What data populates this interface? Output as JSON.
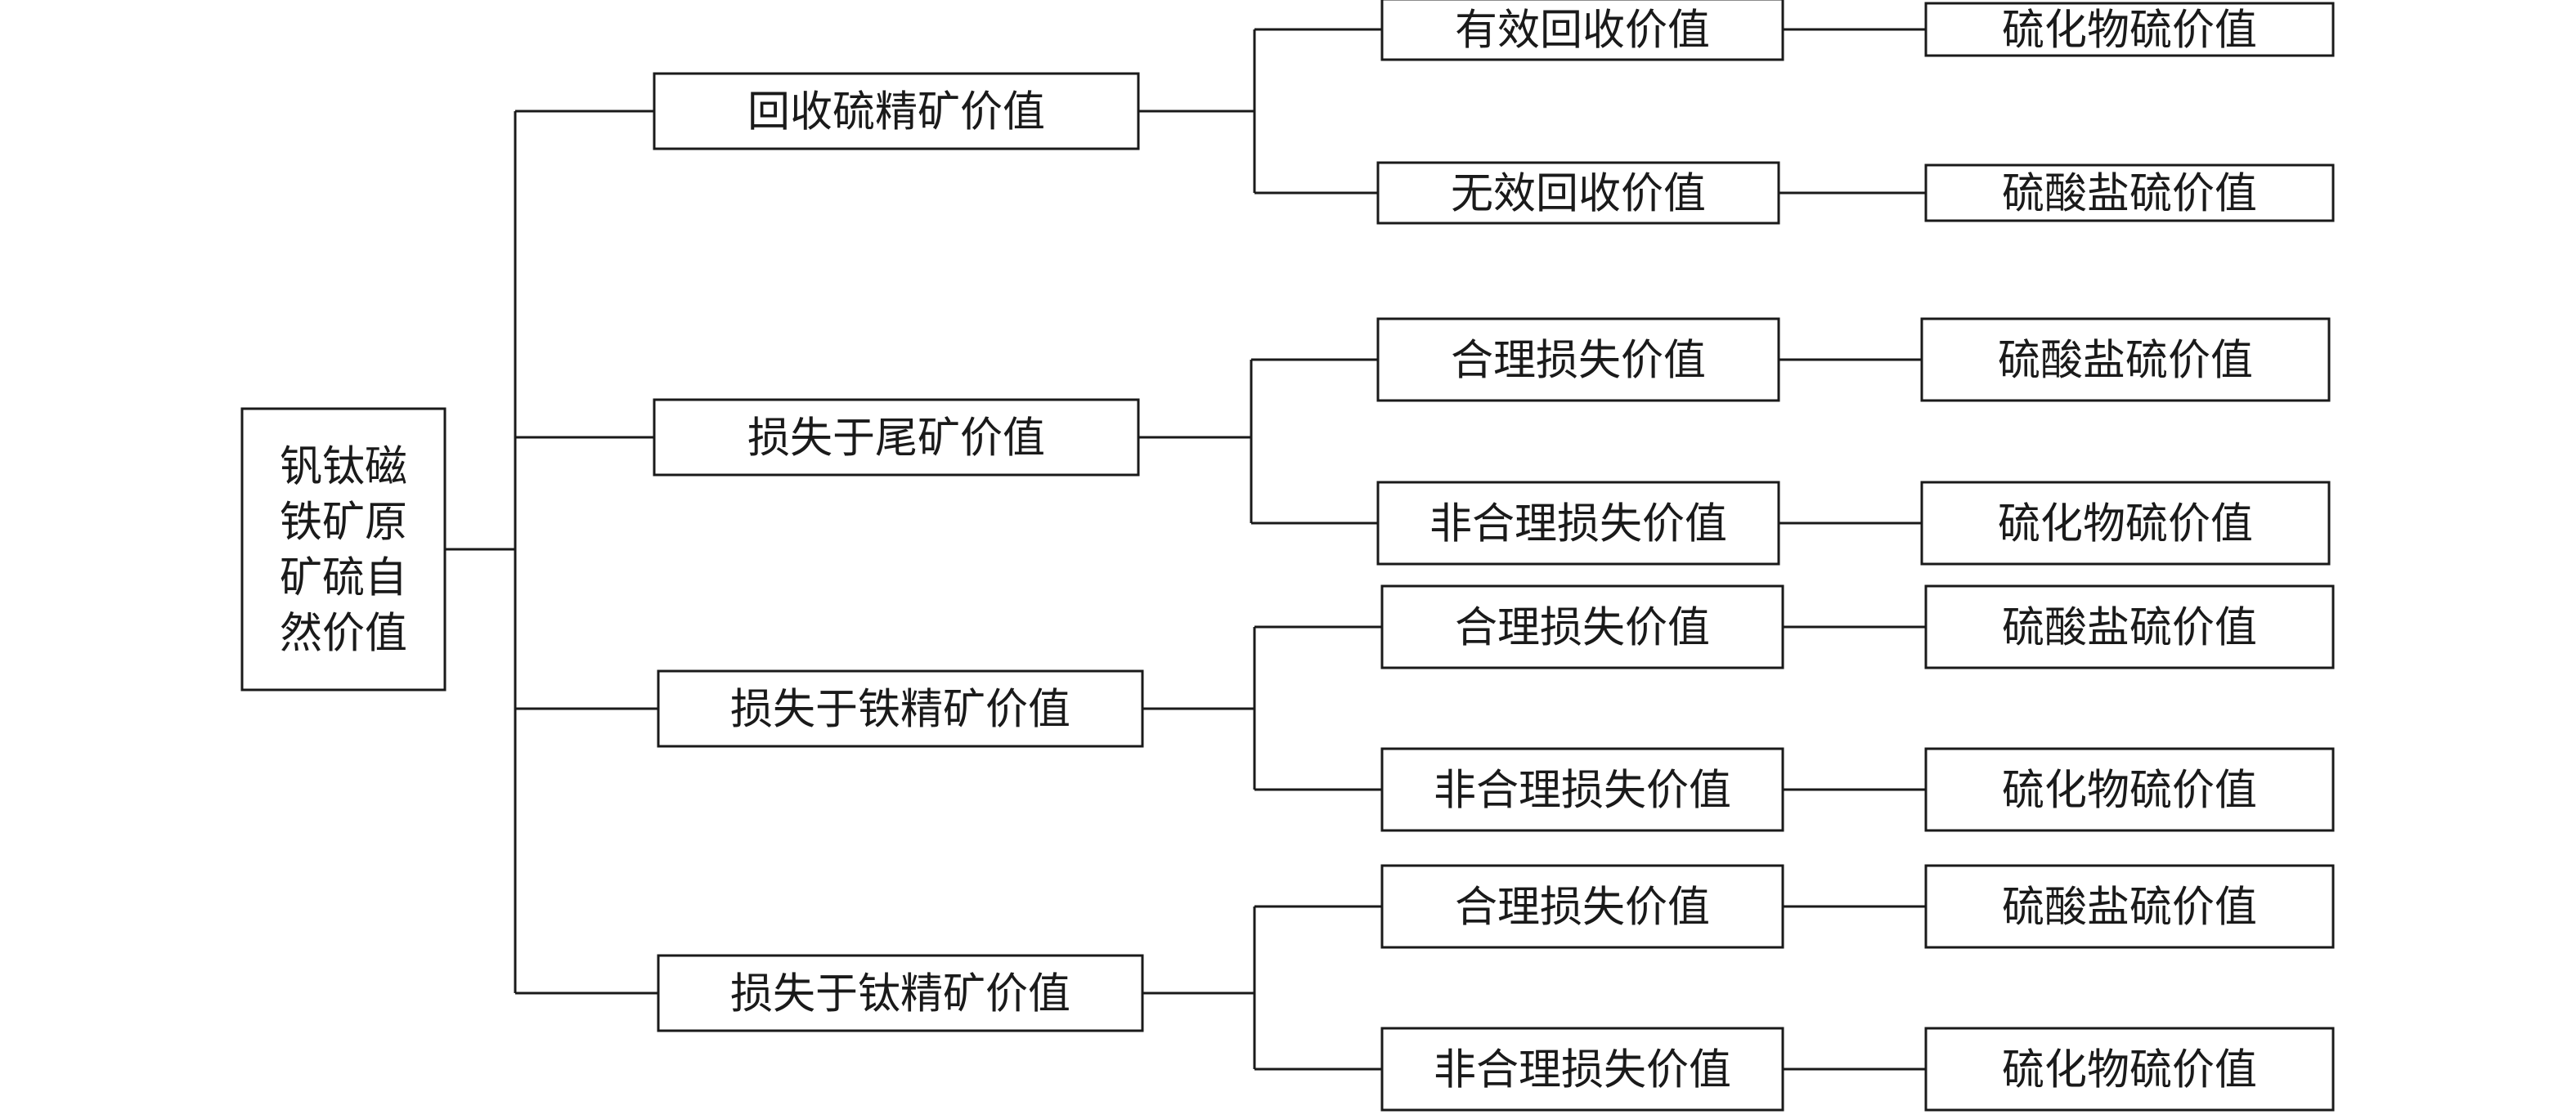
{
  "root": {
    "lines": [
      "钒钛磁",
      "铁矿原",
      "矿硫自",
      "然价值"
    ]
  },
  "branches": [
    {
      "label": "回收硫精矿价值",
      "children": [
        {
          "label": "有效回收价值",
          "leaf": "硫化物硫价值"
        },
        {
          "label": "无效回收价值",
          "leaf": "硫酸盐硫价值"
        }
      ]
    },
    {
      "label": "损失于尾矿价值",
      "children": [
        {
          "label": "合理损失价值",
          "leaf": "硫酸盐硫价值"
        },
        {
          "label": "非合理损失价值",
          "leaf": "硫化物硫价值"
        }
      ]
    },
    {
      "label": "损失于铁精矿价值",
      "children": [
        {
          "label": "合理损失价值",
          "leaf": "硫酸盐硫价值"
        },
        {
          "label": "非合理损失价值",
          "leaf": "硫化物硫价值"
        }
      ]
    },
    {
      "label": "损失于钛精矿价值",
      "children": [
        {
          "label": "合理损失价值",
          "leaf": "硫酸盐硫价值"
        },
        {
          "label": "非合理损失价值",
          "leaf": "硫化物硫价值"
        }
      ]
    }
  ],
  "colors": {
    "stroke": "#1a1a1a",
    "text": "#1a1a1a",
    "background": "#ffffff"
  }
}
